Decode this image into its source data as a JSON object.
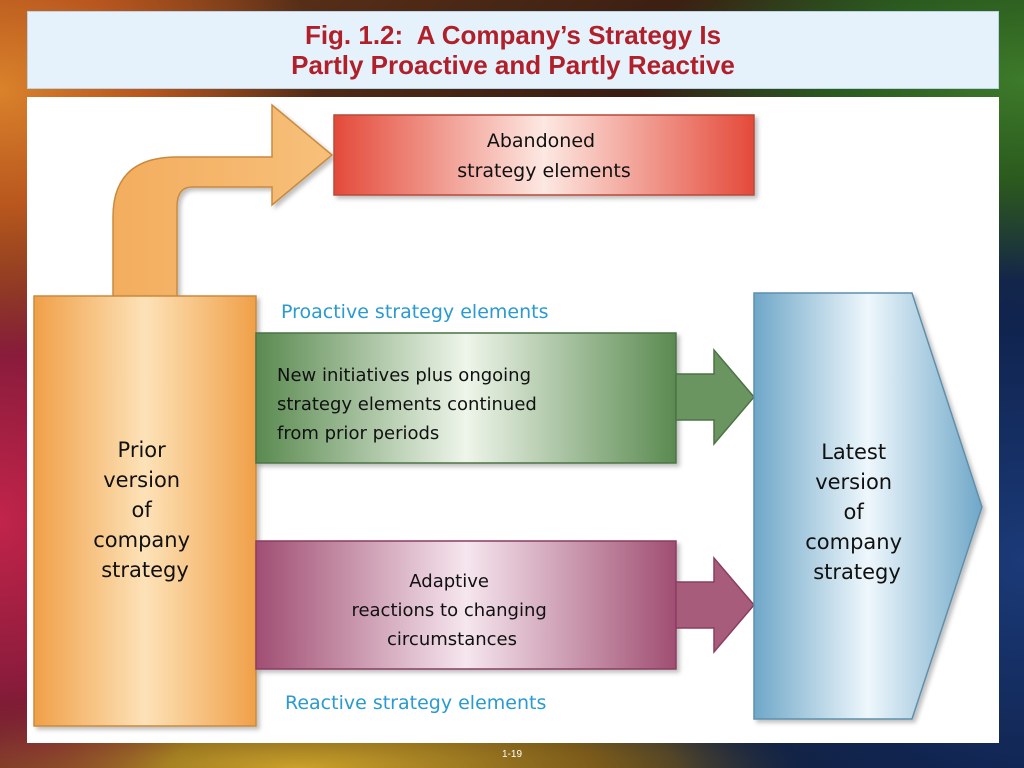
{
  "title": {
    "line1": "Fig. 1.2:  A Company’s Strategy Is",
    "line2": "Partly Proactive and Partly Reactive"
  },
  "diagram": {
    "abandoned": [
      "Abandoned",
      "strategy elements"
    ],
    "proactive_heading": "Proactive strategy elements",
    "proactive_box": [
      "New initiatives plus ongoing",
      "strategy elements continued",
      "from prior periods"
    ],
    "reactive_box": [
      "Adaptive",
      "reactions to changing",
      "circumstances"
    ],
    "reactive_heading": "Reactive strategy elements",
    "prior": [
      "Prior",
      "version",
      "of",
      "company",
      "strategy"
    ],
    "latest": [
      "Latest",
      "version",
      "of",
      "company",
      "strategy"
    ]
  },
  "colors": {
    "title_text": "#b0202a",
    "title_bg": "#e6f2fb",
    "orange": "#f5b15c",
    "red": "#e8604a",
    "green": "#5f8a55",
    "mauve": "#a45a78",
    "blue": "#8fbdd8",
    "heading_blue": "#2a9ad0"
  },
  "footer": {
    "page": "1-19"
  }
}
